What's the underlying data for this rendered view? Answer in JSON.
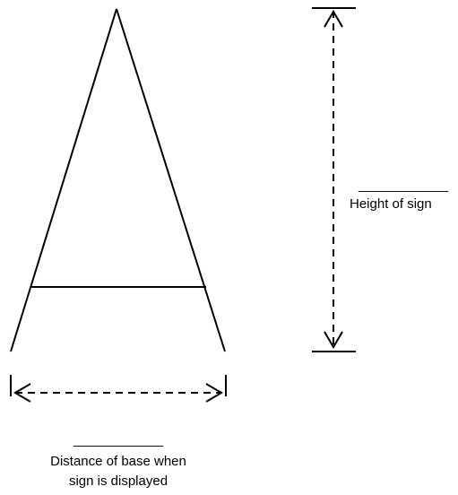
{
  "diagram": {
    "height_label": {
      "blank": "____________",
      "text": "Height of sign"
    },
    "base_label": {
      "blank": "____________",
      "line1": "Distance of base when",
      "line2": "sign is displayed"
    }
  },
  "colors": {
    "stroke": "#000000",
    "background": "#ffffff"
  }
}
